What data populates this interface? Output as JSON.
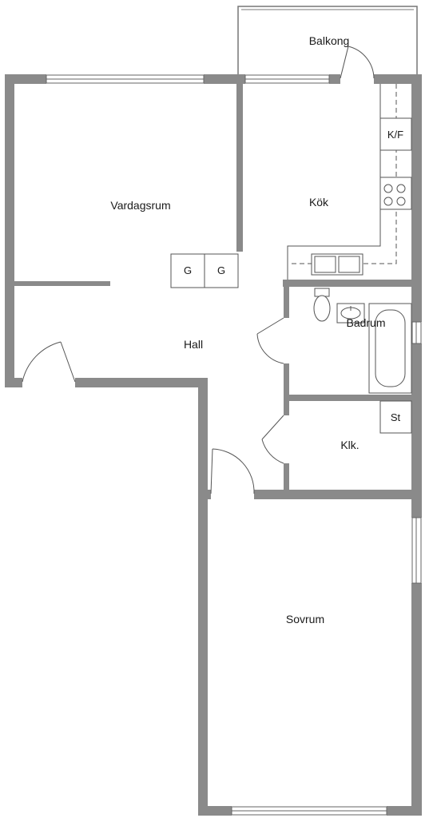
{
  "rooms": {
    "balcony": "Balkong",
    "living_room": "Vardagsrum",
    "kitchen": "Kök",
    "hall": "Hall",
    "bathroom": "Badrum",
    "closet": "Klk.",
    "bedroom": "Sovrum"
  },
  "fixtures": {
    "fridge_freezer": "K/F",
    "wardrobe_1": "G",
    "wardrobe_2": "G",
    "cabinet": "St"
  },
  "colors": {
    "wall": "#8a8a8a",
    "line": "#555555",
    "floor": "#ffffff"
  }
}
